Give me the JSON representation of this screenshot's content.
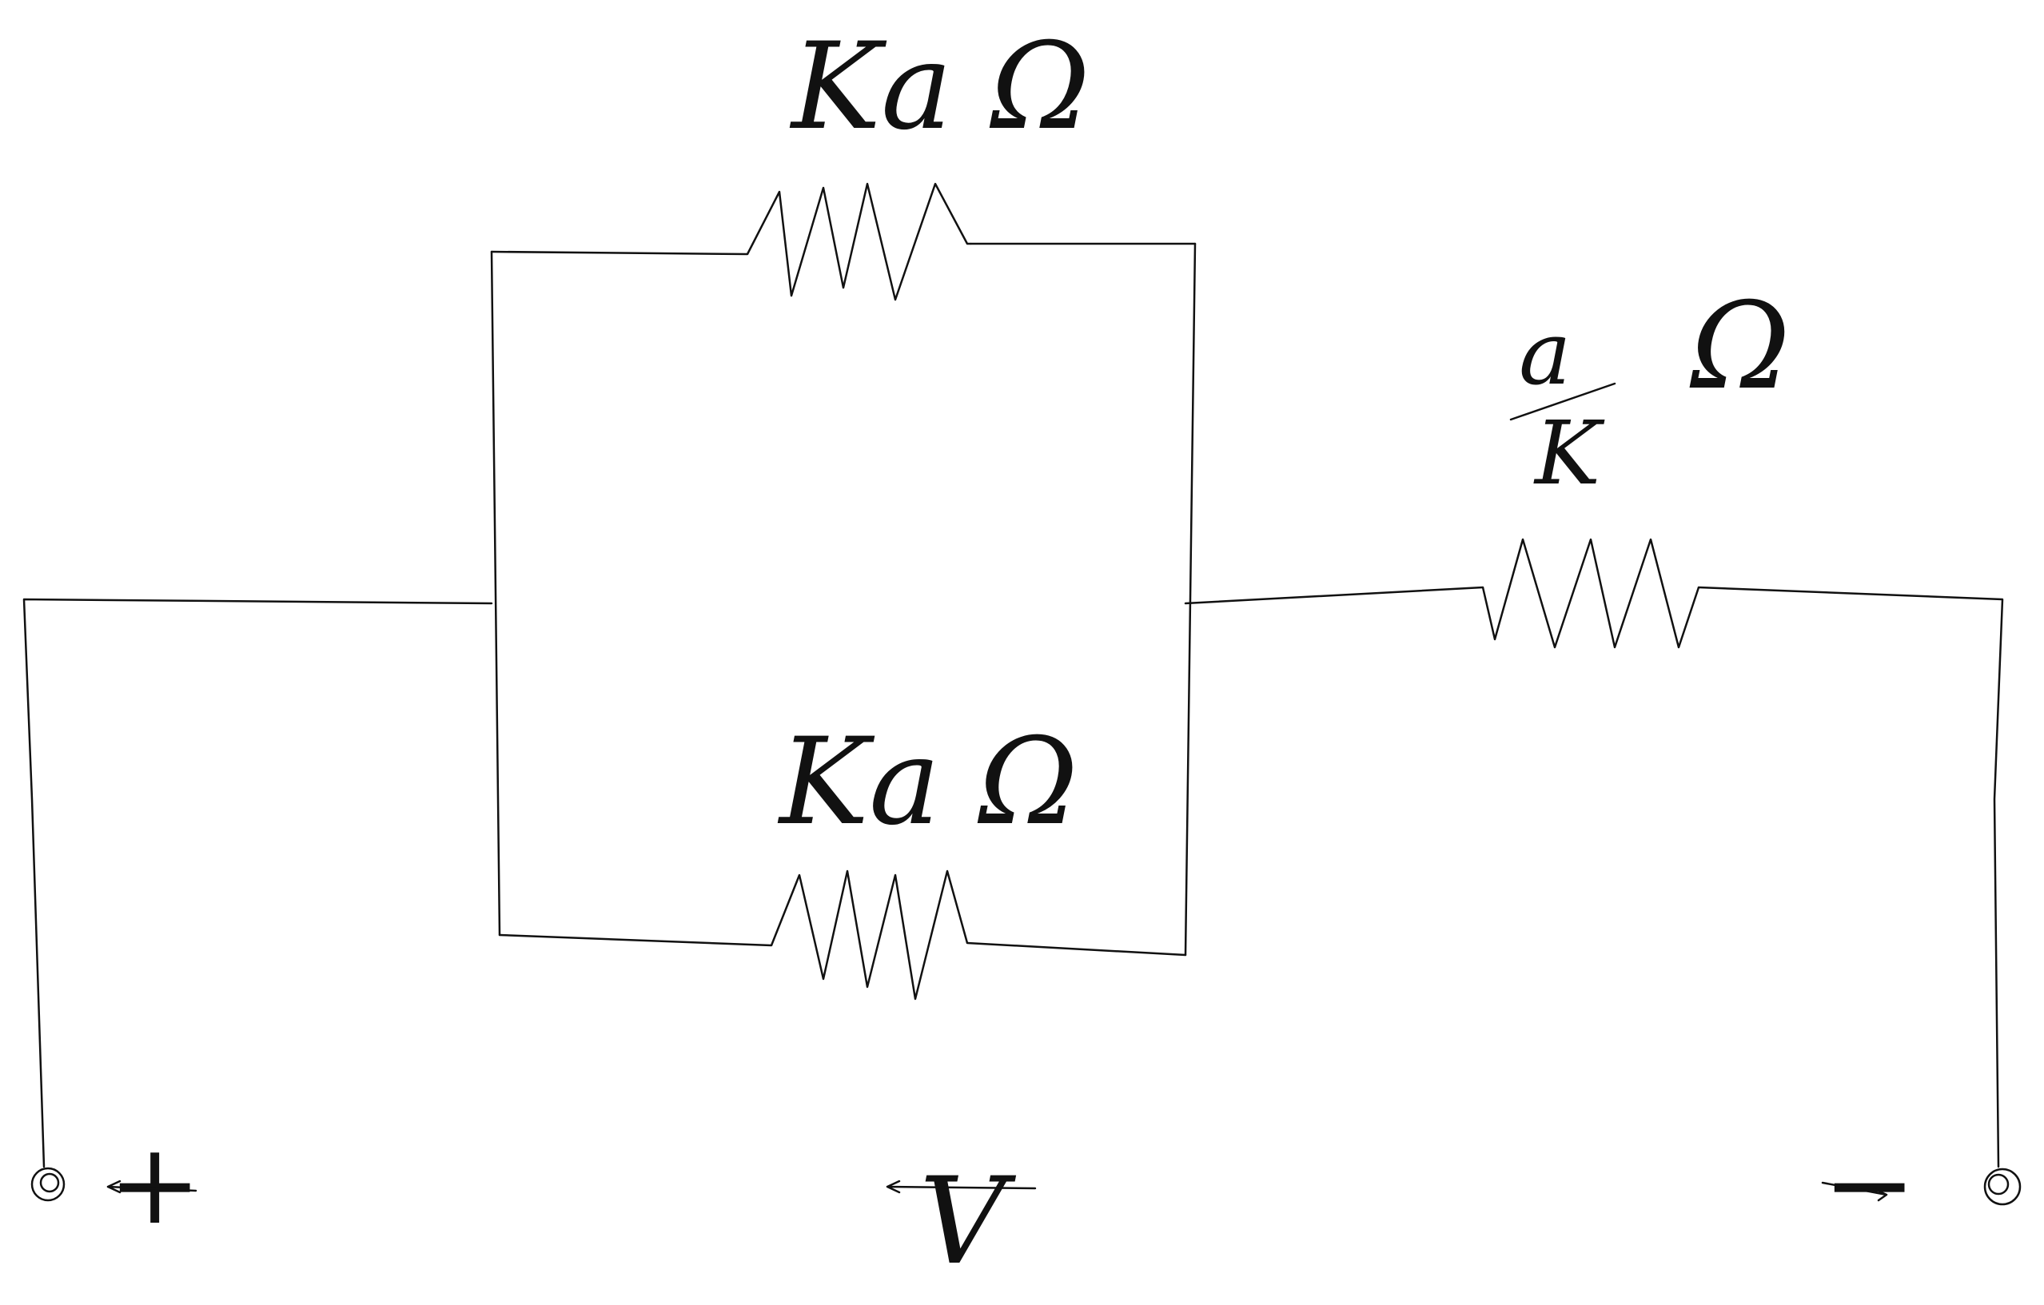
{
  "diagram": {
    "type": "circuit",
    "resistors": [
      {
        "id": "top",
        "label": "Ka Ω"
      },
      {
        "id": "bottom",
        "label": "Ka Ω"
      },
      {
        "id": "right",
        "label_numerator": "a",
        "label_denominator": "K",
        "label_unit": "Ω"
      }
    ],
    "terminals": [
      {
        "id": "left",
        "sign": "+"
      },
      {
        "id": "right",
        "sign": "−"
      }
    ],
    "voltage_label": "V",
    "stroke_color": "#111111",
    "background": "#ffffff"
  }
}
